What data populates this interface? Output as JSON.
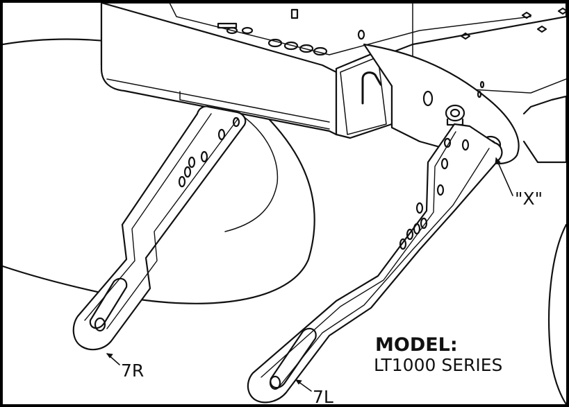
{
  "labels": {
    "part_7r": "7R",
    "part_7l": "7L",
    "point_x": "\"X\""
  },
  "model": {
    "heading": "MODEL:",
    "name": "LT1000 SERIES"
  },
  "colors": {
    "line": "#111111",
    "background": "#ffffff"
  }
}
